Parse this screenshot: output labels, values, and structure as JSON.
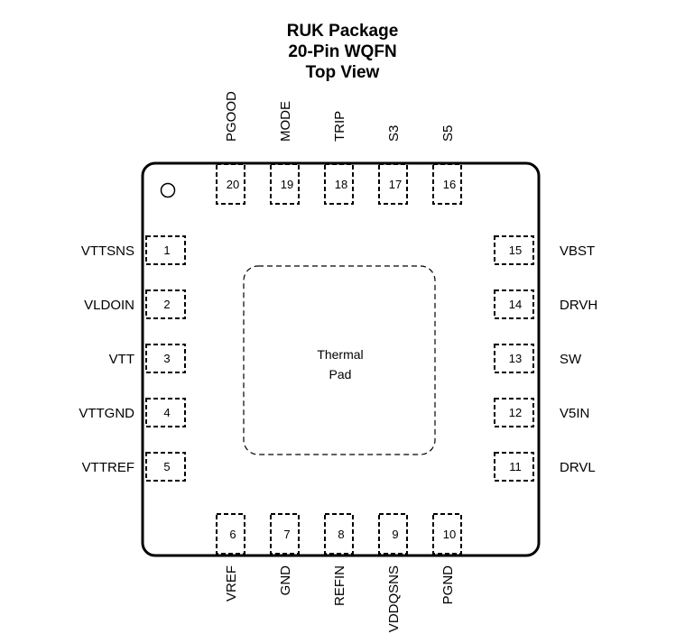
{
  "title": {
    "line1": "RUK Package",
    "line2": "20-Pin WQFN",
    "line3": "Top View"
  },
  "thermal_pad": {
    "line1": "Thermal",
    "line2": "Pad"
  },
  "pins": {
    "left": [
      {
        "num": "1",
        "name": "VTTSNS"
      },
      {
        "num": "2",
        "name": "VLDOIN"
      },
      {
        "num": "3",
        "name": "VTT"
      },
      {
        "num": "4",
        "name": "VTTGND"
      },
      {
        "num": "5",
        "name": "VTTREF"
      }
    ],
    "bottom": [
      {
        "num": "6",
        "name": "VREF"
      },
      {
        "num": "7",
        "name": "GND"
      },
      {
        "num": "8",
        "name": "REFIN"
      },
      {
        "num": "9",
        "name": "VDDQSNS"
      },
      {
        "num": "10",
        "name": "PGND"
      }
    ],
    "right": [
      {
        "num": "11",
        "name": "DRVL"
      },
      {
        "num": "12",
        "name": "V5IN"
      },
      {
        "num": "13",
        "name": "SW"
      },
      {
        "num": "14",
        "name": "DRVH"
      },
      {
        "num": "15",
        "name": "VBST"
      }
    ],
    "top": [
      {
        "num": "16",
        "name": "S5"
      },
      {
        "num": "17",
        "name": "S3"
      },
      {
        "num": "18",
        "name": "TRIP"
      },
      {
        "num": "19",
        "name": "MODE"
      },
      {
        "num": "20",
        "name": "PGOOD"
      }
    ]
  }
}
